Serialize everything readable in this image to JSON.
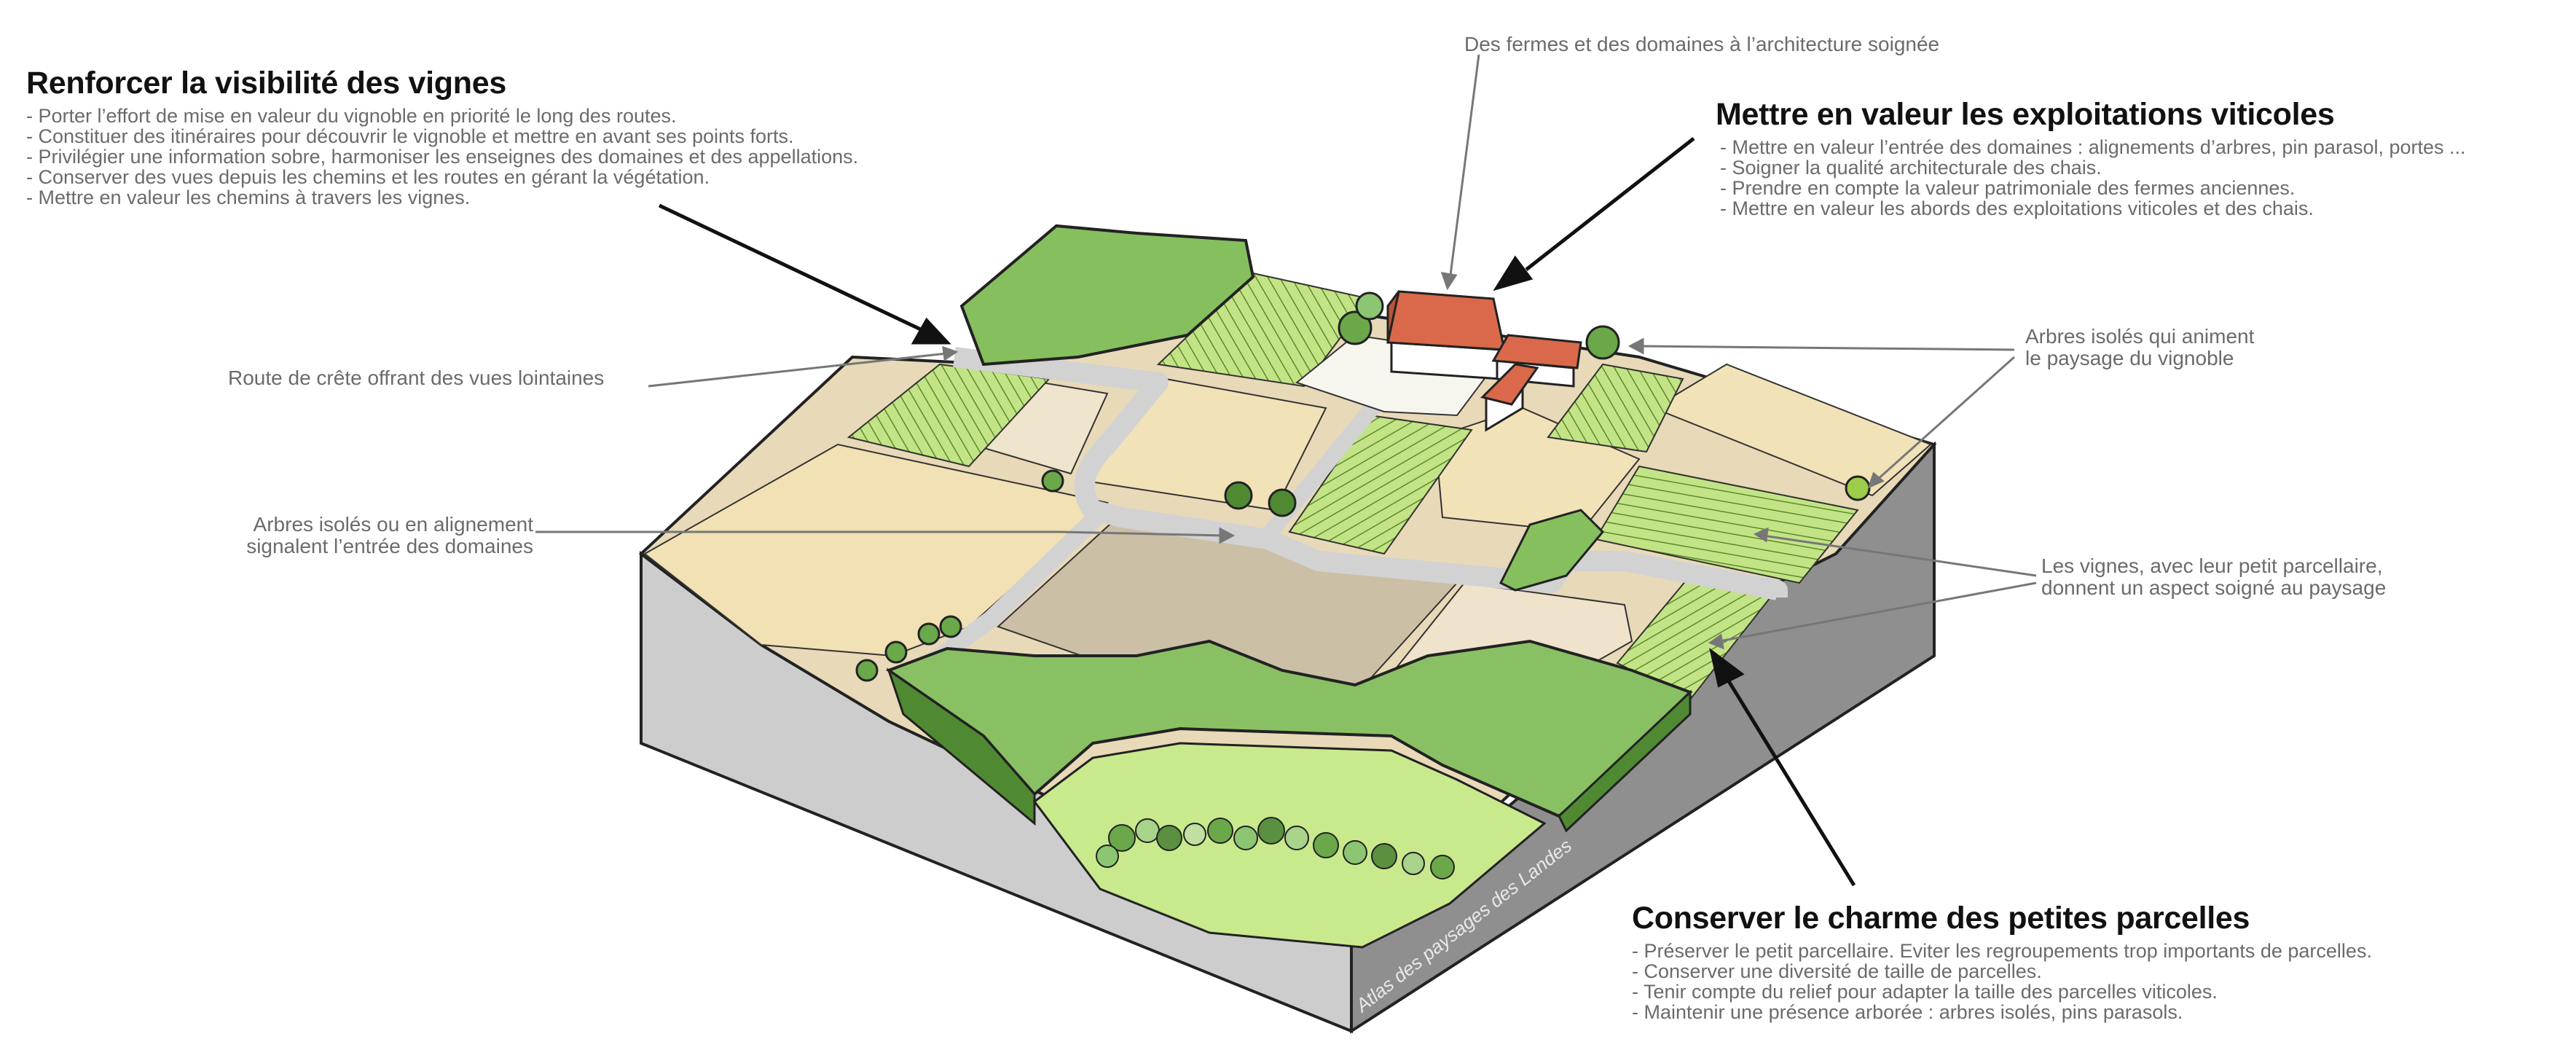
{
  "blocks": {
    "vignes": {
      "title": "Renforcer la visibilité des vignes",
      "items": [
        "- Porter l’effort de mise en valeur du vignoble en priorité le long des routes.",
        "- Constituer des itinéraires pour découvrir le vignoble et mettre en avant ses points forts.",
        "- Privilégier une information sobre, harmoniser les enseignes des domaines et des appellations.",
        "- Conserver des vues depuis les chemins et les routes en gérant la végétation.",
        "- Mettre en valeur les chemins à travers les vignes."
      ]
    },
    "exploitations": {
      "title": "Mettre en valeur les exploitations viticoles",
      "items": [
        "- Mettre en valeur l’entrée des domaines : alignements d’arbres, pin parasol, portes ...",
        "- Soigner la qualité architecturale des chais.",
        "- Prendre en compte la valeur patrimoniale des fermes anciennes.",
        "- Mettre en valeur les abords des exploitations viticoles et des chais."
      ]
    },
    "parcelles": {
      "title": "Conserver le charme des petites parcelles",
      "items": [
        "- Préserver le petit parcellaire. Eviter les regroupements trop importants de parcelles.",
        "- Conserver une diversité de taille de parcelles.",
        "- Tenir compte du relief pour adapter la taille des parcelles viticoles.",
        "- Maintenir une présence arborée : arbres isolés, pins parasols."
      ]
    }
  },
  "labels": {
    "fermes": "Des fermes et des domaines à l’architecture soignée",
    "route": "Route de crête offrant des vues lointaines",
    "arbres_entree": [
      "Arbres isolés ou en alignement",
      "signalent l’entrée des domaines"
    ],
    "arbres_paysage": [
      "Arbres isolés qui animent",
      "le paysage du vignoble"
    ],
    "vignes_parcellaire": [
      "Les vignes, avec leur petit parcellaire,",
      "donnent un aspect soigné au paysage"
    ]
  },
  "credit": "Atlas des paysages des Landes",
  "colors": {
    "vine": "#b9e07a",
    "field": "#f0e2bd",
    "forest": "#7fb85a",
    "road": "#cfcfcf",
    "soil_side": "#c4c4c4",
    "roof": "#d9694a"
  }
}
